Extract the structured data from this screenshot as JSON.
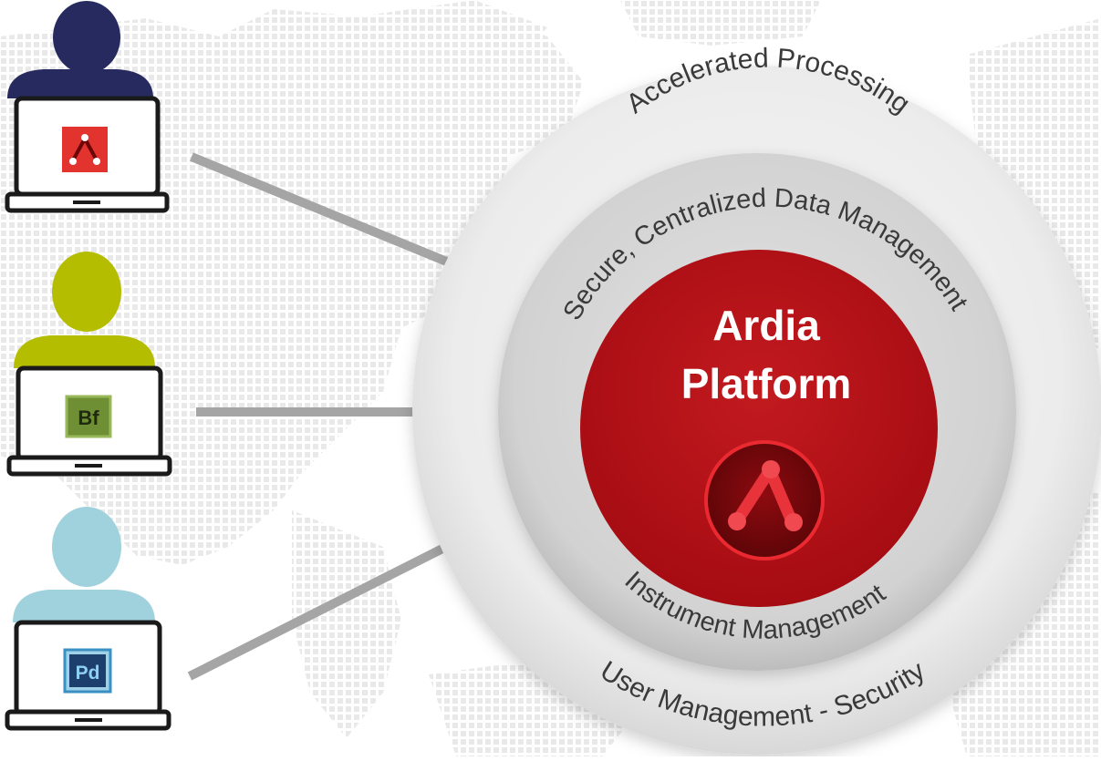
{
  "platform": {
    "title_line1": "Ardia",
    "title_line2": "Platform",
    "logo_icon": "ardia-network-icon"
  },
  "rings": {
    "outer_top_label": "Accelerated Processing",
    "middle_top_label": "Secure, Centralized Data Management",
    "middle_bottom_label": "Instrument Management",
    "outer_bottom_label": "User Management - Security"
  },
  "users": [
    {
      "head_color": "#262a5e",
      "app_icon": "ardia-app-icon",
      "app_label": "",
      "app_color": "#e3332f"
    },
    {
      "head_color": "#b5bd00",
      "app_icon": "bf-app-icon",
      "app_label": "Bf",
      "app_color": "#6e8f34"
    },
    {
      "head_color": "#9fd2dc",
      "app_icon": "pd-app-icon",
      "app_label": "Pd",
      "app_color": "#3a8fc4"
    }
  ],
  "colors": {
    "core_red": "#b30f14",
    "outer_ring": "#e4e4e4",
    "middle_ring": "#cdcdcd",
    "connector": "#a5a5a5",
    "map_dots": "#e9e9e9"
  }
}
